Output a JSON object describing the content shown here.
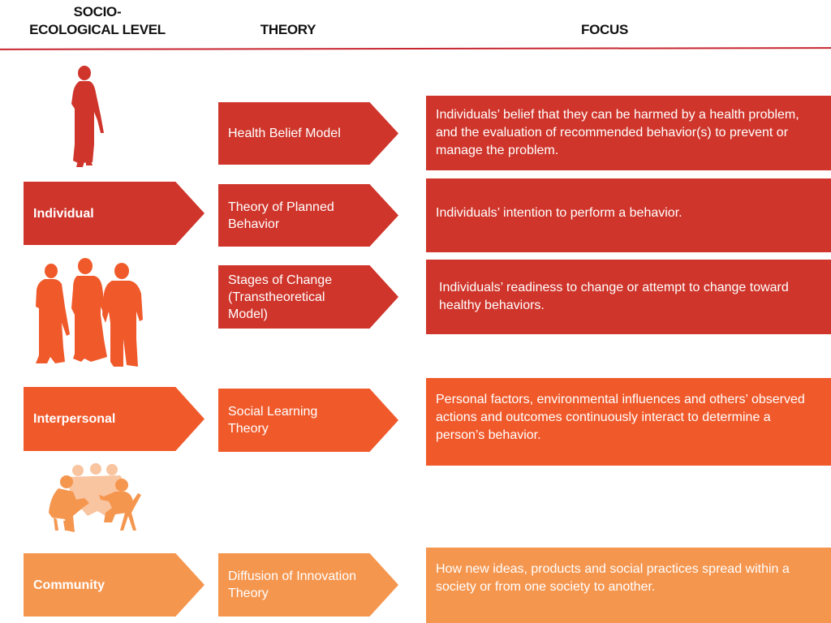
{
  "headers": {
    "level_line1": "SOCIO-",
    "level_line2": "ECOLOGICAL LEVEL",
    "theory": "THEORY",
    "focus": "FOCUS"
  },
  "colors": {
    "individual": "#cf352b",
    "interpersonal": "#f05a2b",
    "community": "#f5964f",
    "community_light": "#f9c4a0",
    "rule": "#c8252f"
  },
  "levels": [
    {
      "label": "Individual",
      "icon": "single-person-silhouette-icon"
    },
    {
      "label": "Interpersonal",
      "icon": "three-people-silhouette-icon"
    },
    {
      "label": "Community",
      "icon": "group-seated-silhouette-icon"
    }
  ],
  "theories": [
    {
      "label": "Health Belief Model",
      "focus": "Individuals’ belief that they can be harmed by a health problem, and the evaluation of recommended behavior(s) to prevent or manage the problem."
    },
    {
      "label": "Theory of Planned Behavior",
      "focus": "Individuals’ intention to perform a behavior."
    },
    {
      "label": "Stages of Change (Transtheoretical Model)",
      "focus": "Individuals’ readiness to change or attempt to change toward healthy behaviors."
    },
    {
      "label": "Social Learning Theory",
      "focus": "Personal factors, environmental influences and others’ observed actions and outcomes continuously interact to determine a person’s behavior."
    },
    {
      "label": "Diffusion of Innovation Theory",
      "focus": "How new ideas, products and social practices spread within a society or from one society to another."
    }
  ]
}
